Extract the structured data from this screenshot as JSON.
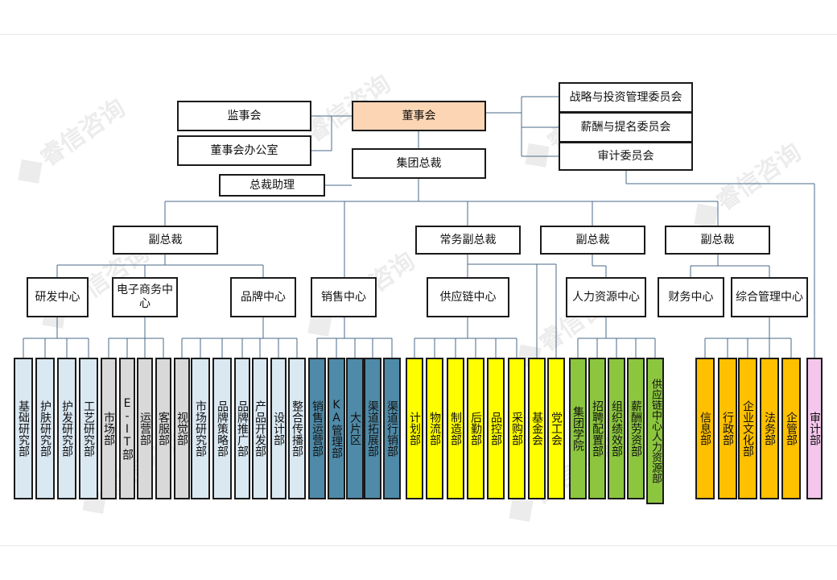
{
  "watermark": "睿信咨询",
  "top": {
    "board": "董事会",
    "supervisory": "监事会",
    "board_office": "董事会办公室",
    "ceo": "集团总裁",
    "assistant": "总裁助理",
    "committees": [
      "战略与投资管理委员会",
      "薪酬与提名委员会",
      "审计委员会"
    ]
  },
  "vps": [
    "副总裁",
    "常务副总裁",
    "副总裁",
    "副总裁"
  ],
  "centers": [
    "研发中心",
    "电子商务中心",
    "品牌中心",
    "销售中心",
    "供应链中心",
    "人力资源中心",
    "财务中心",
    "综合管理中心"
  ],
  "departments": {
    "rnd": [
      "基础研究部",
      "护肤研究部",
      "护发研究部",
      "工艺研究部"
    ],
    "ecommerce": [
      "市场部",
      "E-IT部",
      "运营部",
      "客服部"
    ],
    "brand": [
      "视觉部",
      "市场研究部",
      "品牌策略部",
      "品牌推广部",
      "产品开发部",
      "设计部",
      "整合传播部"
    ],
    "sales": [
      "销售运营部",
      "KA管理部",
      "大片区",
      "渠道拓展部",
      "渠道行销部"
    ],
    "supply": [
      "计划部",
      "物流部",
      "制造部",
      "后勤部",
      "品控部",
      "采购部",
      "基金会",
      "党工会"
    ],
    "hr": [
      "集团学院",
      "招聘配置部",
      "组织绩效部",
      "薪酬劳资部",
      "供应链中心人力资源部"
    ],
    "admin": [
      "信息部",
      "行政部",
      "企业文化部",
      "法务部",
      "企管部"
    ],
    "audit": [
      "审计部"
    ]
  },
  "colors": {
    "board_fill": "#fcd5b4",
    "light_blue": "#dae8f2",
    "gray": "#d9d9d9",
    "teal": "#4f8aa8",
    "yellow": "#ffff00",
    "green": "#8cc63f",
    "orange": "#ffc000",
    "pink": "#f4c6ec",
    "line": "#4a6a8a"
  }
}
